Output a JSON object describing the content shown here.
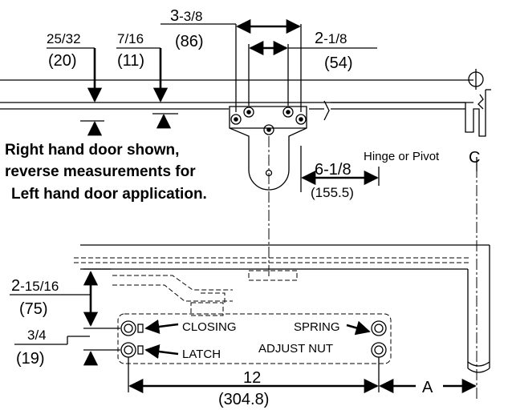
{
  "top_dims": {
    "d1_frac": "25/32",
    "d1_mm": "(20)",
    "d2_frac": "7/16",
    "d2_mm": "(11)",
    "d3_whole": "3",
    "d3_frac": "-3/8",
    "d3_mm": "(86)",
    "d4_whole": "2",
    "d4_frac": "-1/8",
    "d4_mm": "(54)",
    "d5": "6-1/8",
    "d5_mm": "(155.5)"
  },
  "note": {
    "line1": "Right hand door shown,",
    "line2": "reverse measurements for",
    "line3": "Left hand door application."
  },
  "hinge_label": "Hinge or Pivot",
  "cl_symbol": "C",
  "bottom_dims": {
    "h1_whole": "2",
    "h1_frac": "-15/16",
    "h1_mm": "(75)",
    "h2": "3/4",
    "h2_mm": "(19)",
    "w": "12",
    "w_mm": "(304.8)",
    "a": "A"
  },
  "labels": {
    "closing": "CLOSING",
    "latch": "LATCH",
    "spring": "SPRING",
    "adjust": "ADJUST NUT"
  }
}
